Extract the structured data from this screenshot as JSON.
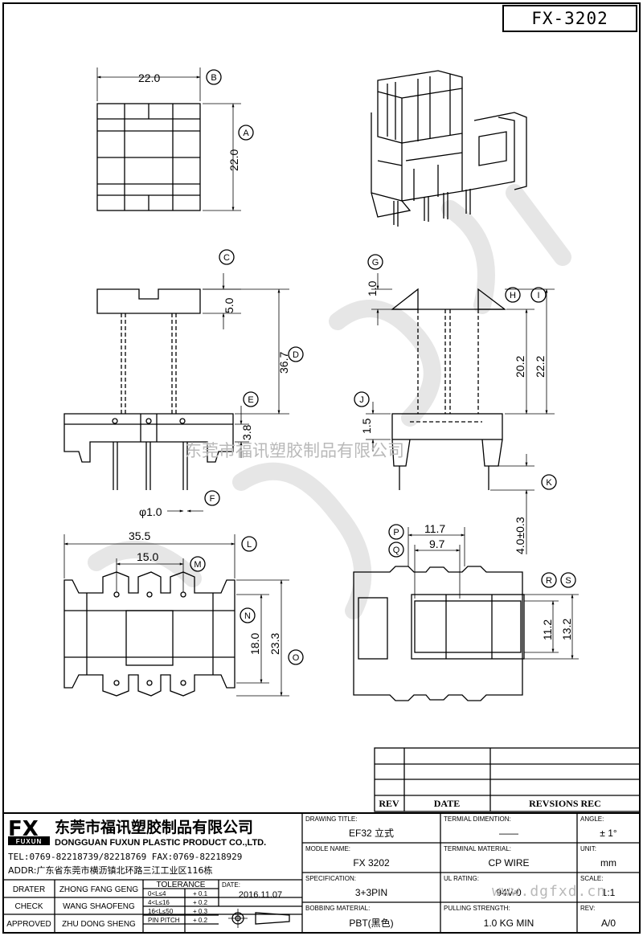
{
  "header": {
    "part_number": "FX-3202"
  },
  "watermark": {
    "company_cn": "东莞市福讯塑胶制品有限公司",
    "site": "www.dgfxd.cn"
  },
  "views": {
    "top_view": {
      "width": "22.0",
      "height": "22.0",
      "marker_b": "B",
      "marker_a": "A"
    },
    "front_view": {
      "flange": "5.0",
      "height": "36.7",
      "base": "3.8",
      "pin_dia": "φ1.0",
      "markers": [
        "C",
        "D",
        "E",
        "F"
      ]
    },
    "side_view": {
      "top_tab": "1.0",
      "inner": "20.2",
      "outer": "22.2",
      "base": "1.5",
      "pin": "4.0±0.3",
      "markers": [
        "G",
        "H",
        "I",
        "J",
        "K"
      ]
    },
    "bottom_view": {
      "width": "35.5",
      "pitch": "15.0",
      "inner": "18.0",
      "outer": "23.3",
      "markers": [
        "L",
        "M",
        "N",
        "O"
      ]
    },
    "bottom_view_right": {
      "w1": "11.7",
      "w2": "9.7",
      "h1": "11.2",
      "h2": "13.2",
      "markers": [
        "P",
        "Q",
        "R",
        "S"
      ]
    }
  },
  "revision_table": {
    "headers": [
      "REV",
      "DATE",
      "REVSIONS REC"
    ]
  },
  "company": {
    "logo": "FX",
    "logo_sub": "FUXUN",
    "name_cn": "东莞市福讯塑胶制品有限公司",
    "name_en": "DONGGUAN FUXUN PLASTIC PRODUCT CO.,LTD.",
    "tel": "TEL:0769-82218739/82218769 FAX:0769-82218929",
    "addr": "ADDR:广东省东莞市横沥镇北环路三江工业区116栋"
  },
  "signoff": [
    {
      "role": "DRATER",
      "name": "ZHONG FANG GENG"
    },
    {
      "role": "CHECK",
      "name": "WANG SHAOFENG"
    },
    {
      "role": "APPROVED",
      "name": "ZHU DONG SHENG"
    }
  ],
  "tolerance": {
    "title": "TOLERANCE",
    "rows": [
      {
        "range": "0<L≤4",
        "tol": "+ 0.1"
      },
      {
        "range": "4<L≤16",
        "tol": "+ 0.2"
      },
      {
        "range": "16<L≤50",
        "tol": "+ 0.3"
      },
      {
        "range": "PIN PITCH",
        "tol": "+ 0.2"
      }
    ]
  },
  "date": {
    "label": "DATE:",
    "value": "2016.11.07"
  },
  "fields": {
    "drawing_title": {
      "label": "DRAWING TITLE:",
      "value": "EF32 立式"
    },
    "terminal_dimension": {
      "label": "TERMIAL DIMENTION:",
      "value": "——"
    },
    "angle": {
      "label": "ANGLE:",
      "value": "± 1°"
    },
    "model_name": {
      "label": "MODLE NAME:",
      "value": "FX 3202"
    },
    "terminal_material": {
      "label": "TERMINAL MATERIAL:",
      "value": "CP WIRE"
    },
    "unit": {
      "label": "UNIT:",
      "value": "mm"
    },
    "specification": {
      "label": "SPECIFICATION:",
      "value": "3+3PIN"
    },
    "ul_rating": {
      "label": "UL RATING:",
      "value": "94V-0"
    },
    "scale": {
      "label": "SCALE:",
      "value": "1:1"
    },
    "bobbing_material": {
      "label": "BOBBING MATERIAL:",
      "value": "PBT(黑色)"
    },
    "pulling_strength": {
      "label": "PULLING STRENGTH:",
      "value": "1.0 KG MIN"
    },
    "rev": {
      "label": "REV:",
      "value": "A/0"
    }
  }
}
